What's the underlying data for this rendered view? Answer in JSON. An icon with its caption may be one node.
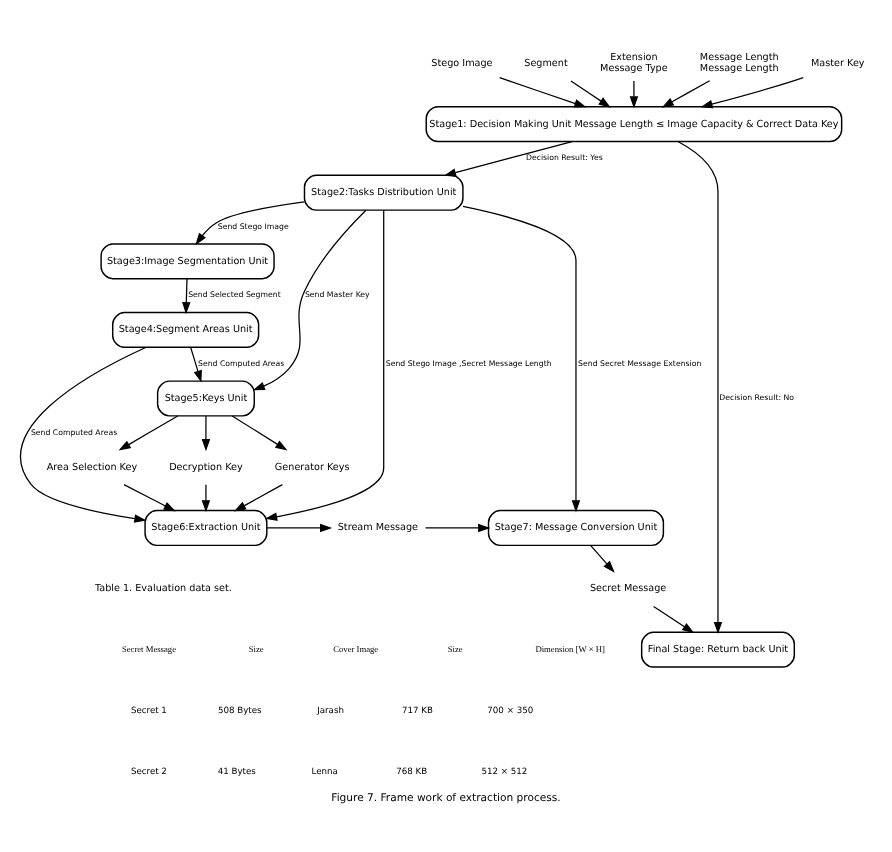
{
  "diagram": {
    "caption": "Figure 7. Frame work of extraction process.",
    "nodes": [
      {
        "text": [
          "Stego Image"
        ]
      },
      {
        "text": [
          "Segment"
        ]
      },
      {
        "text": [
          "Extension",
          "Message Type"
        ]
      },
      {
        "text": [
          "Message Length",
          "Message Length"
        ]
      },
      {
        "text": [
          "Master Key"
        ]
      },
      {
        "text": [
          "Stage1: Decision Making Unit Message Length ≤ Image Capacity & Correct Data Key"
        ]
      },
      {
        "text": [
          "Stage2:Tasks Distribution Unit"
        ]
      },
      {
        "text": [
          "Final Stage: Return back Unit"
        ]
      },
      {
        "text": [
          "Stage3:Image Segmentation Unit"
        ]
      },
      {
        "text": [
          "Stage4:Segment Areas Unit"
        ]
      },
      {
        "text": [
          "Stage5:Keys Unit"
        ]
      },
      {
        "text": [
          "Area Selection Key"
        ]
      },
      {
        "text": [
          "Decryption Key"
        ]
      },
      {
        "text": [
          "Generator Keys"
        ]
      },
      {
        "text": [
          "Stage6:Extraction Unit"
        ]
      },
      {
        "text": [
          "Stream Message"
        ]
      },
      {
        "text": [
          "Stage7: Message Conversion Unit"
        ]
      },
      {
        "text": [
          "Secret Message"
        ]
      }
    ],
    "edges": [
      {
        "from": 0,
        "to": 5,
        "arrow": "to"
      },
      {
        "from": 1,
        "to": 5,
        "arrow": "to"
      },
      {
        "from": 2,
        "to": 5,
        "arrow": "to"
      },
      {
        "from": 3,
        "to": 5,
        "arrow": "to"
      },
      {
        "from": 4,
        "to": 5,
        "arrow": "to"
      },
      {
        "from": 5,
        "to": 6,
        "arrow": "to",
        "label": "Decision Result: Yes"
      },
      {
        "from": 5,
        "to": 7,
        "arrow": "to",
        "label": "Decision Result: No"
      },
      {
        "from": 6,
        "to": 8,
        "arrow": "to",
        "label": "Send Stego Image"
      },
      {
        "from": 6,
        "to": 10,
        "arrow": "to",
        "label": "Send Master Key"
      },
      {
        "from": 8,
        "to": 9,
        "arrow": "to",
        "label": "Send Selected Segment"
      },
      {
        "from": 9,
        "to": 10,
        "arrow": "to",
        "label": "Send Computed Areas"
      },
      {
        "from": 10,
        "to": 11,
        "arrow": "to"
      },
      {
        "from": 10,
        "to": 12,
        "arrow": "to"
      },
      {
        "from": 10,
        "to": 13,
        "arrow": "to"
      },
      {
        "from": 11,
        "to": 14,
        "arrow": "to"
      },
      {
        "from": 12,
        "to": 14,
        "arrow": "to"
      },
      {
        "from": 13,
        "to": 14,
        "arrow": "to"
      },
      {
        "from": 9,
        "to": 14,
        "arrow": "to",
        "label": "Send Computed Areas"
      },
      {
        "from": 6,
        "to": 14,
        "arrow": "to",
        "label": "Send Stego Image ,Secret Message Length"
      },
      {
        "from": 6,
        "to": 16,
        "arrow": "to",
        "label": "Send Secret Message Extension"
      },
      {
        "from": 14,
        "to": 15,
        "arrow": "to"
      },
      {
        "from": 15,
        "to": 16,
        "arrow": "to"
      },
      {
        "from": 16,
        "to": 17,
        "arrow": "to"
      },
      {
        "from": 17,
        "to": 7,
        "arrow": "to"
      }
    ],
    "labels": [
      "Table 1. Evaluation data set.",
      "Secret Message",
      "Size",
      "Cover Image",
      "Size",
      "Dimension [W × H]",
      "Secret 1",
      "508 Bytes",
      "Jarash",
      "717 KB",
      "700 × 350",
      "Secret 2",
      "41 Bytes",
      "Lenna",
      "768 KB",
      "512 × 512"
    ]
  }
}
